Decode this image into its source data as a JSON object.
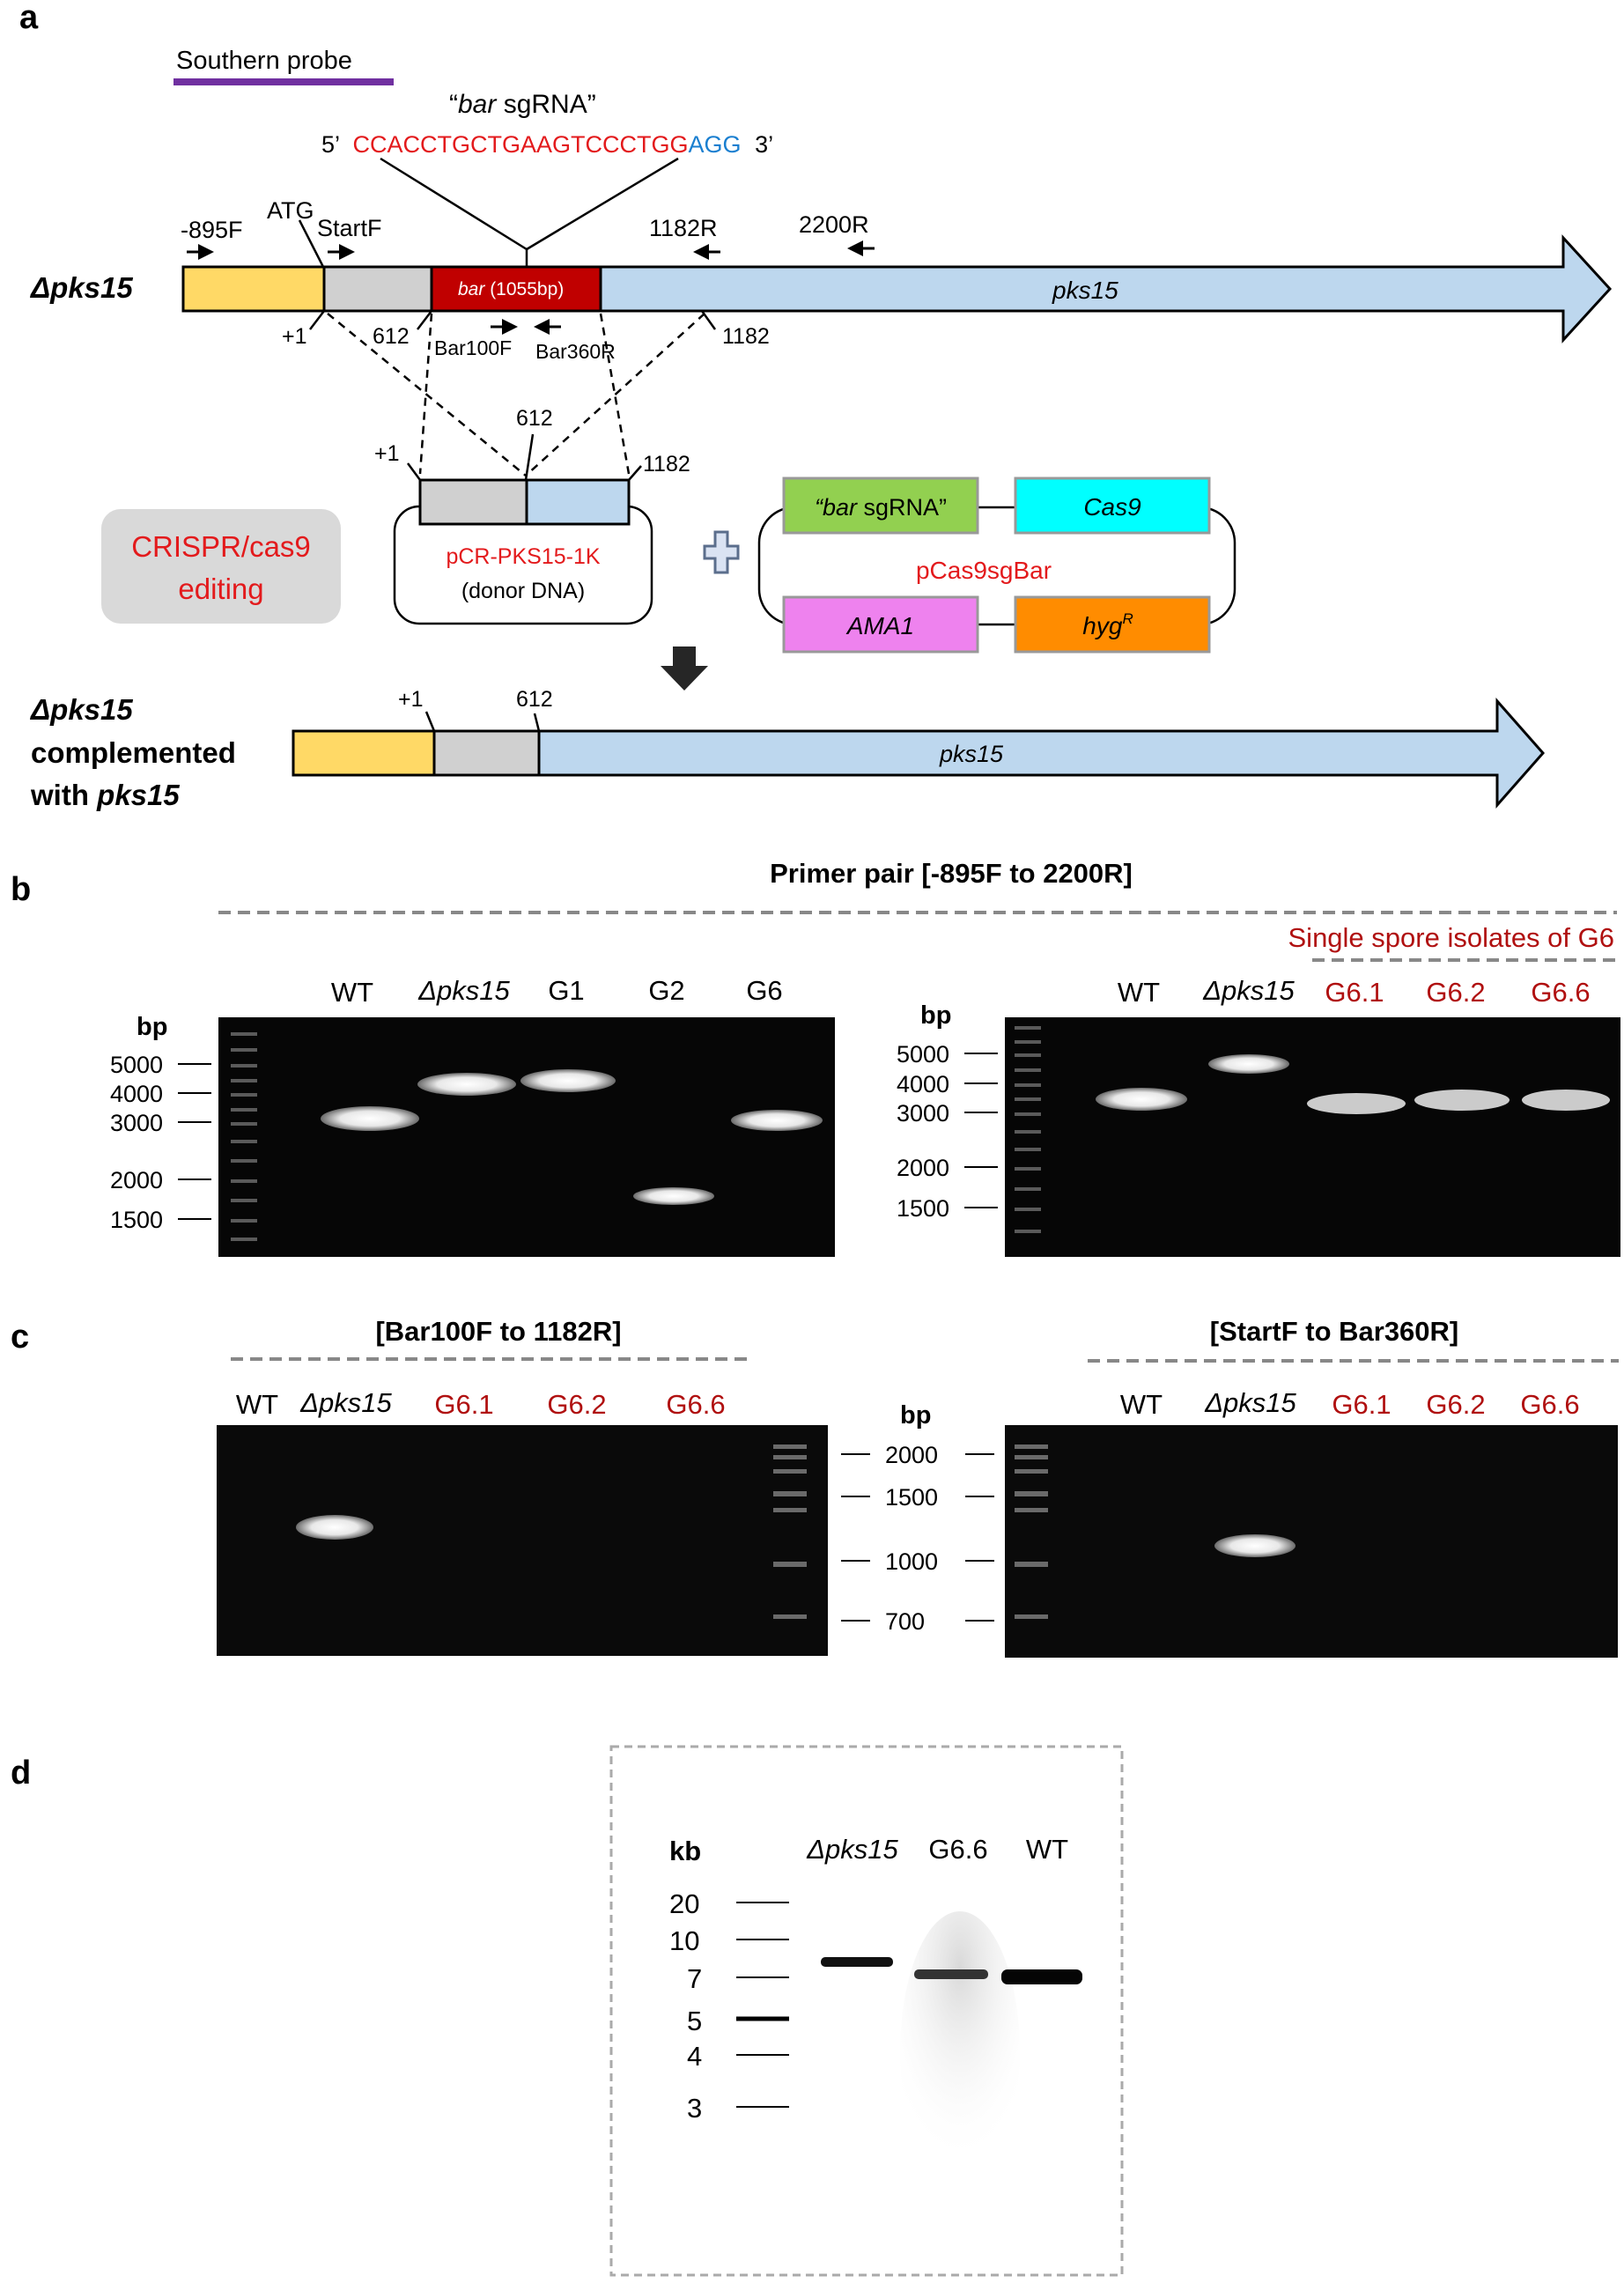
{
  "panels": {
    "a": "a",
    "b": "b",
    "c": "c",
    "d": "d"
  },
  "panel_a": {
    "southern_probe": "Southern probe",
    "sgrna_title_italic": "bar",
    "sgrna_title_rest": " sgRNA”",
    "sgrna_open_quote": "“",
    "sgrna_5": "5’",
    "sgrna_seq": "CCACCTGCTGAAGTCCCTGG",
    "sgrna_pam": "AGG",
    "sgrna_3": "3’",
    "primers": {
      "p895F": "-895F",
      "atg": "ATG",
      "startF": "StartF",
      "p1182R": "1182R",
      "p2200R": "2200R",
      "bar100F": "Bar100F",
      "bar360R": "Bar360R"
    },
    "strain_label": "Δpks15",
    "bar_italic": "bar",
    "bar_size": " (1055bp)",
    "gene_label": "pks15",
    "pos_plus1": "+1",
    "pos_612": "612",
    "pos_1182": "1182",
    "crispr_line1": "CRISPR/cas9",
    "crispr_line2": "editing",
    "donor_name": "pCR-PKS15-1K",
    "donor_desc": "(donor DNA)",
    "plasmid_name": "pCas9sgBar",
    "cassettes": {
      "sgrna_italic": "“bar",
      "sgrna_rest": " sgRNA”",
      "cas9": "Cas9",
      "ama1": "AMA1",
      "hyg": "hyg",
      "hyg_sup": "R"
    },
    "complement_line1": "Δpks15",
    "complement_line2": "complemented",
    "complement_line3a": "with ",
    "complement_line3b": "pks15"
  },
  "panel_b": {
    "title": "Primer pair [-895F to 2200R]",
    "single_spore": "Single spore isolates of G6",
    "bp": "bp",
    "left_lanes": [
      "WT",
      "Δpks15",
      "G1",
      "G2",
      "G6"
    ],
    "right_lanes": [
      "WT",
      "Δpks15",
      "G6.1",
      "G6.2",
      "G6.6"
    ],
    "left_markers": [
      "5000",
      "4000",
      "3000",
      "2000",
      "1500"
    ],
    "right_markers": [
      "5000",
      "4000",
      "3000",
      "2000",
      "1500"
    ]
  },
  "panel_c": {
    "left_title": "[Bar100F to 1182R]",
    "right_title": "[StartF to Bar360R]",
    "bp": "bp",
    "left_lanes": [
      "WT",
      "Δpks15",
      "G6.1",
      "G6.2",
      "G6.6"
    ],
    "right_lanes": [
      "WT",
      "Δpks15",
      "G6.1",
      "G6.2",
      "G6.6"
    ],
    "markers": [
      "2000",
      "1500",
      "1000",
      "700"
    ]
  },
  "panel_d": {
    "kb": "kb",
    "lanes": [
      "Δpks15",
      "G6.6",
      "WT"
    ],
    "markers": [
      "20",
      "10",
      "7",
      "5",
      "4",
      "3"
    ]
  },
  "colors": {
    "red_text": "#e31a1c",
    "dark_red_text": "#b01010",
    "pam_blue": "#1a7fd0",
    "probe_purple": "#7030a0",
    "gene_blue": "#bdd7ee",
    "promoter_yellow": "#ffd966",
    "bar_red": "#c00000"
  }
}
